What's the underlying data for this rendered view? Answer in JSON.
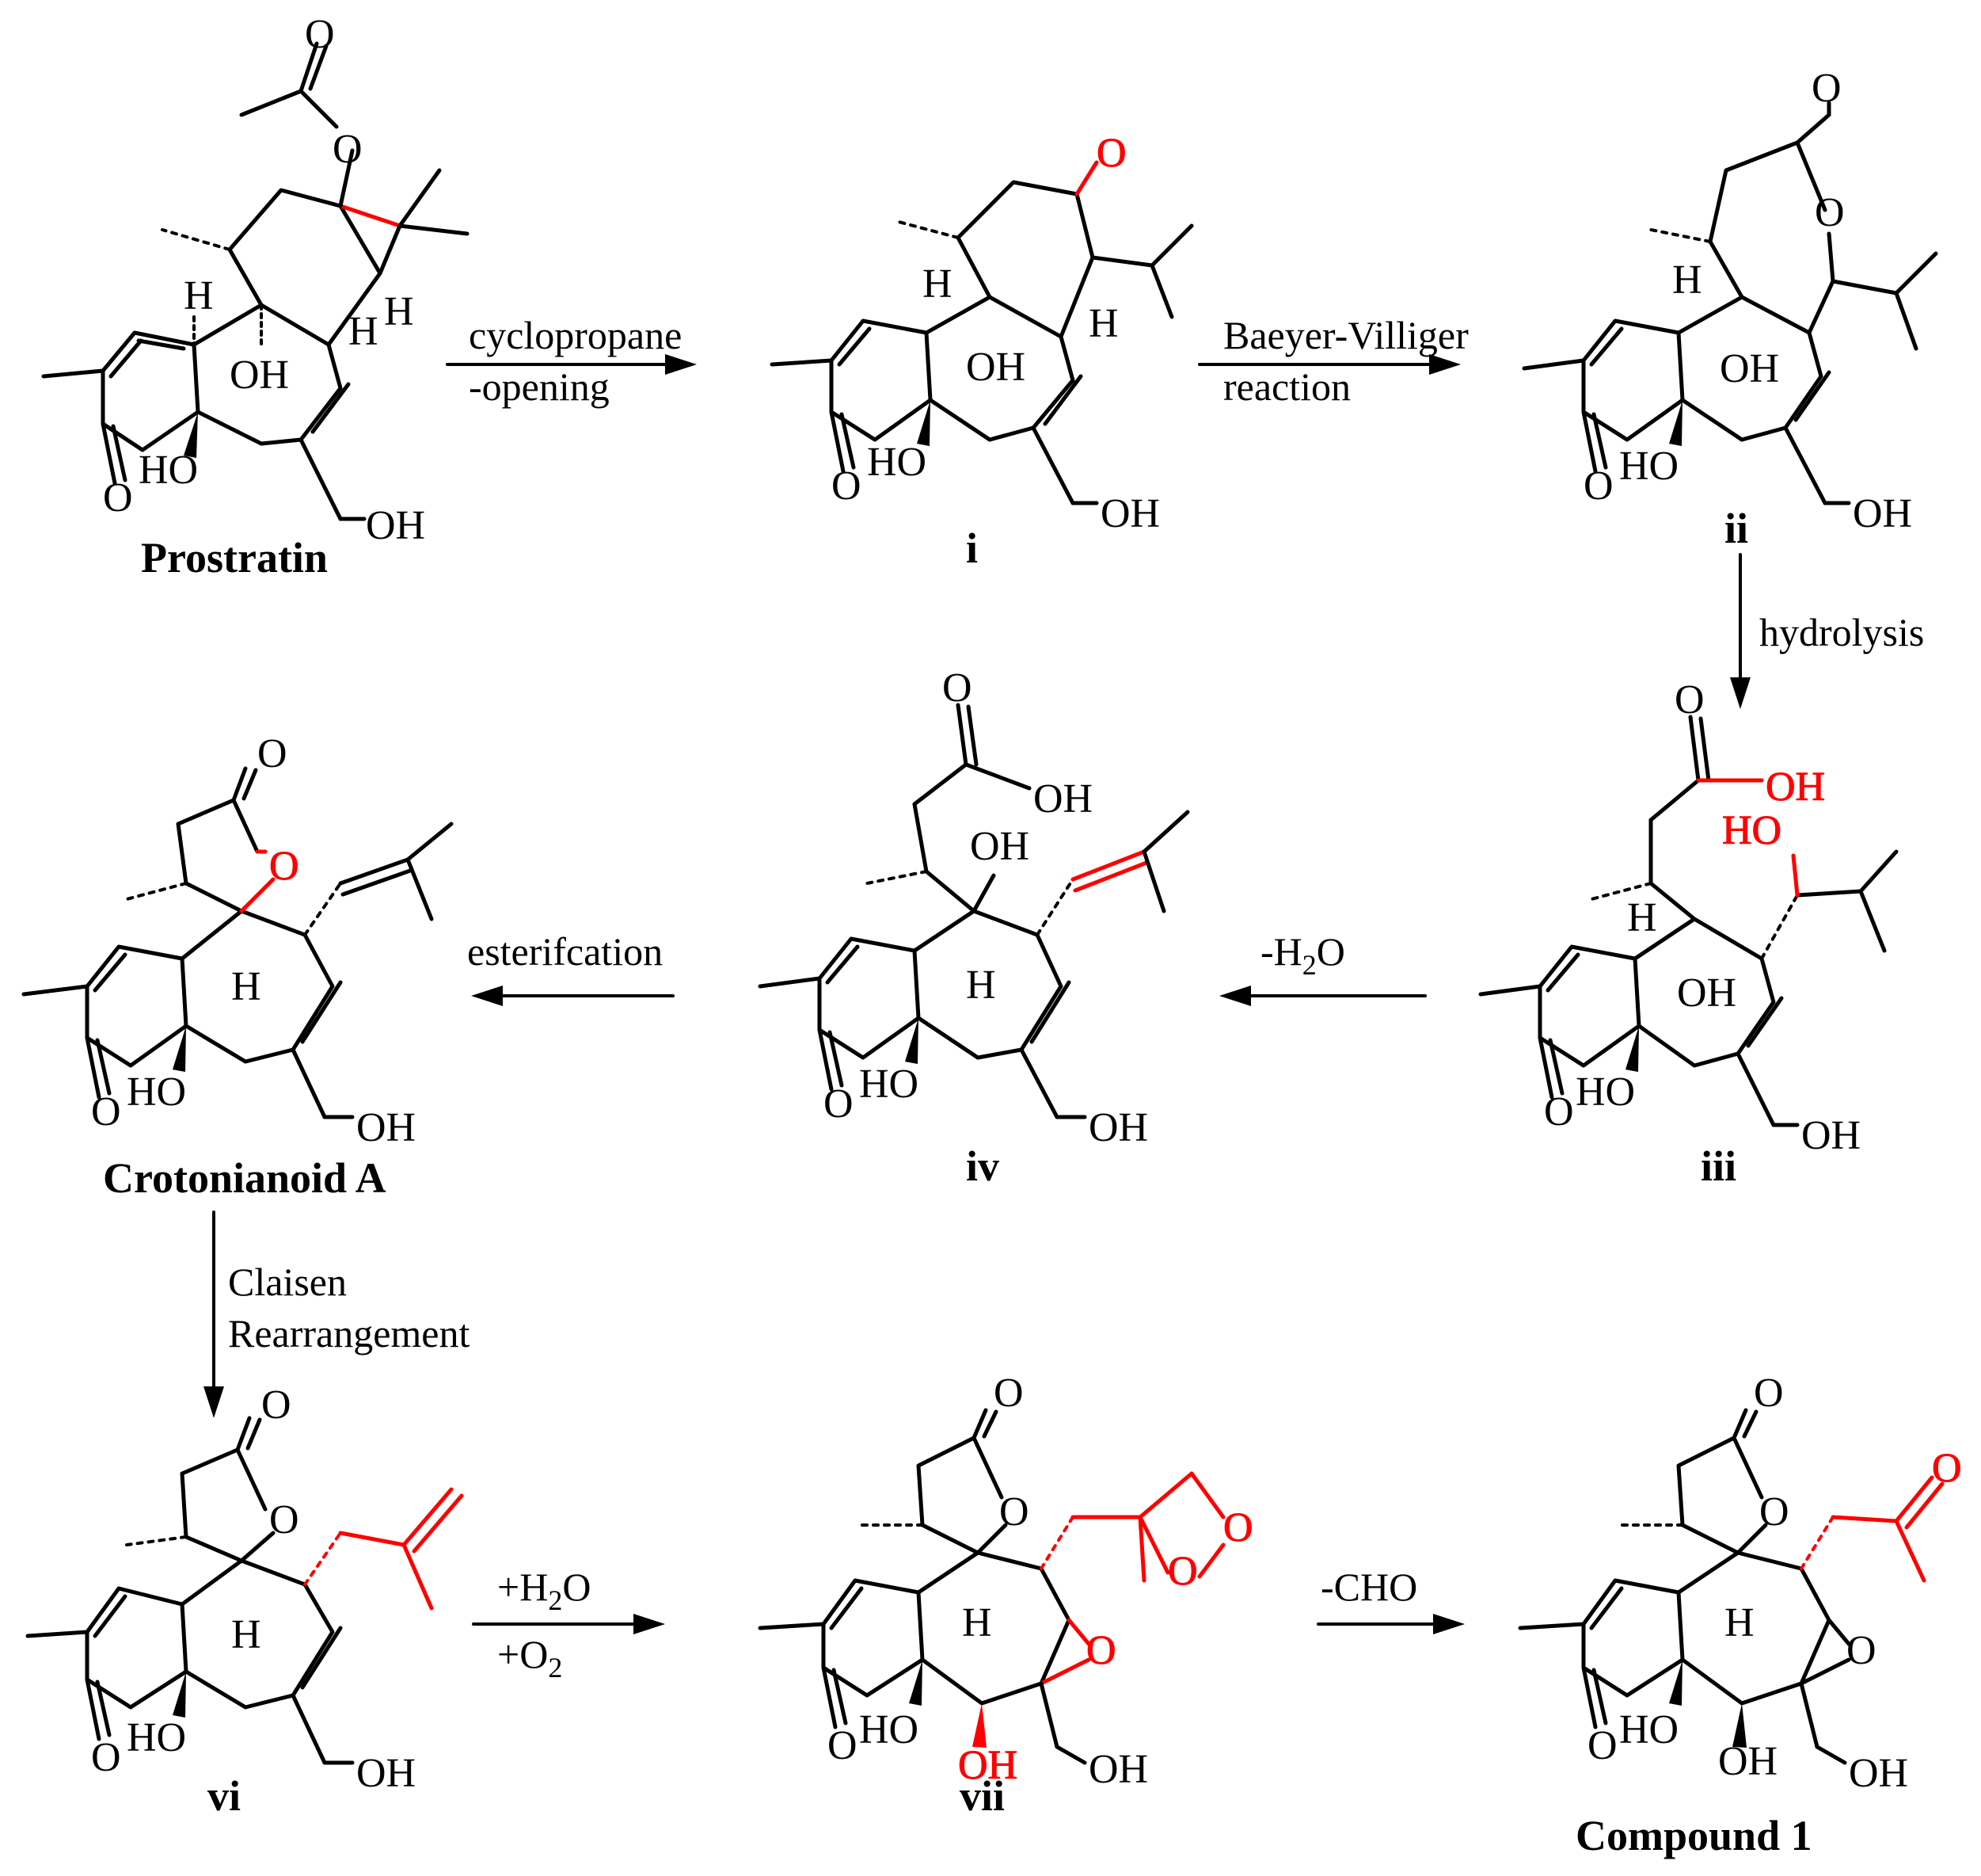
{
  "compounds": {
    "prostratin": "Prostratin",
    "i": "i",
    "ii": "ii",
    "iii": "iii",
    "iv": "iv",
    "crotonianoid_a": "Crotonianoid A",
    "vi": "vi",
    "vii": "vii",
    "compound_1": "Compound 1"
  },
  "steps": {
    "s1_line1": "cyclopropane",
    "s1_line2": "-opening",
    "s2_line1": "Baeyer-Villiger",
    "s2_line2": "reaction",
    "s3": "hydrolysis",
    "s4": "-H",
    "s4_sub": "2",
    "s4_tail": "O",
    "s5": "esterifcation",
    "s6_line1": "Claisen",
    "s6_line2": "Rearrangement",
    "s7_line1": "+H",
    "s7_line1_sub": "2",
    "s7_line1_tail": "O",
    "s7_line2": "+O",
    "s7_line2_sub": "2",
    "s8": "-CHO"
  },
  "atoms": {
    "O": "O",
    "OH": "OH",
    "HO": "HO",
    "H": "H"
  },
  "colors": {
    "highlight": "#ff0000",
    "ink": "#000000"
  }
}
